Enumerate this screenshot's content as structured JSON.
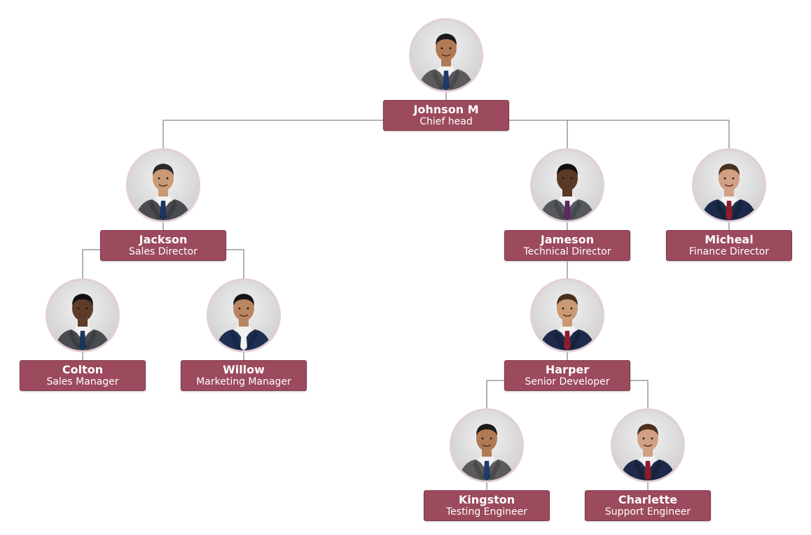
{
  "colors": {
    "label_bg": "#9c4a5d",
    "line": "#888888",
    "avatar_ring": "#e2cfd6"
  },
  "nodes": {
    "johnson": {
      "name": "Johnson M",
      "role": "Chief head",
      "suit": "#5b5b5e",
      "tie": "#1f3a66",
      "skin": "#b07a55",
      "hair": "#1c1c1c"
    },
    "jackson": {
      "name": "Jackson",
      "role": "Sales Director",
      "suit": "#4a4c52",
      "tie": "#1c355e",
      "skin": "#c99a75",
      "hair": "#2a2a2a"
    },
    "jameson": {
      "name": "Jameson",
      "role": "Technical Director",
      "suit": "#55585d",
      "tie": "#5a2a5e",
      "skin": "#5b3a25",
      "hair": "#111111"
    },
    "micheal": {
      "name": "Micheal",
      "role": "Finance Director",
      "suit": "#1d2a4a",
      "tie": "#8e1c2c",
      "skin": "#d2a083",
      "hair": "#4a3020"
    },
    "colton": {
      "name": "Colton",
      "role": "Sales Manager",
      "suit": "#4a4c52",
      "tie": "#1c355e",
      "skin": "#5e3c27",
      "hair": "#111111"
    },
    "willow": {
      "name": "Willow",
      "role": "Marketing Manager",
      "suit": "#1e2f55",
      "tie": "#f4f4f4",
      "skin": "#b98662",
      "hair": "#141414"
    },
    "harper": {
      "name": "Harper",
      "role": "Senior Developer",
      "suit": "#1d2a4a",
      "tie": "#8e1c2c",
      "skin": "#c99a75",
      "hair": "#4a3020"
    },
    "kingston": {
      "name": "Kingston",
      "role": "Testing Engineer",
      "suit": "#5b5b5e",
      "tie": "#1f3a66",
      "skin": "#b07a55",
      "hair": "#1c1c1c"
    },
    "charlette": {
      "name": "Charlette",
      "role": "Support Engineer",
      "suit": "#1d2a4a",
      "tie": "#8e1c2c",
      "skin": "#d2a083",
      "hair": "#4a3020"
    }
  }
}
